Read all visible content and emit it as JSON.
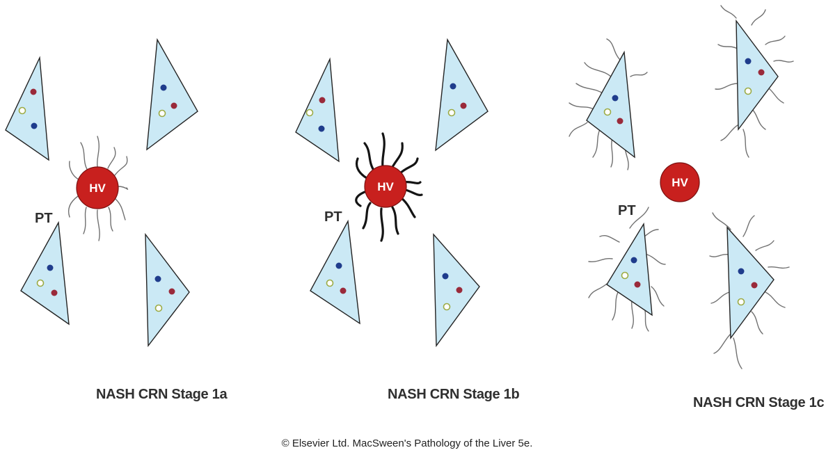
{
  "panels": [
    {
      "caption": "NASH CRN Stage 1a",
      "central_vein_label": "HV",
      "portal_tract_label": "PT"
    },
    {
      "caption": "NASH CRN Stage 1b",
      "central_vein_label": "HV",
      "portal_tract_label": "PT"
    },
    {
      "caption": "NASH CRN Stage 1c",
      "central_vein_label": "HV",
      "portal_tract_label": "PT"
    }
  ],
  "copyright": "© Elsevier Ltd. MacSween's Pathology of the Liver 5e.",
  "colors": {
    "portal_tract_fill": "#cbe9f5",
    "central_vein_fill": "#c8201e",
    "vessel_blue": "#1f3c8c",
    "vessel_red": "#9a2a3a",
    "bile_duct_green": "#9cab45"
  }
}
